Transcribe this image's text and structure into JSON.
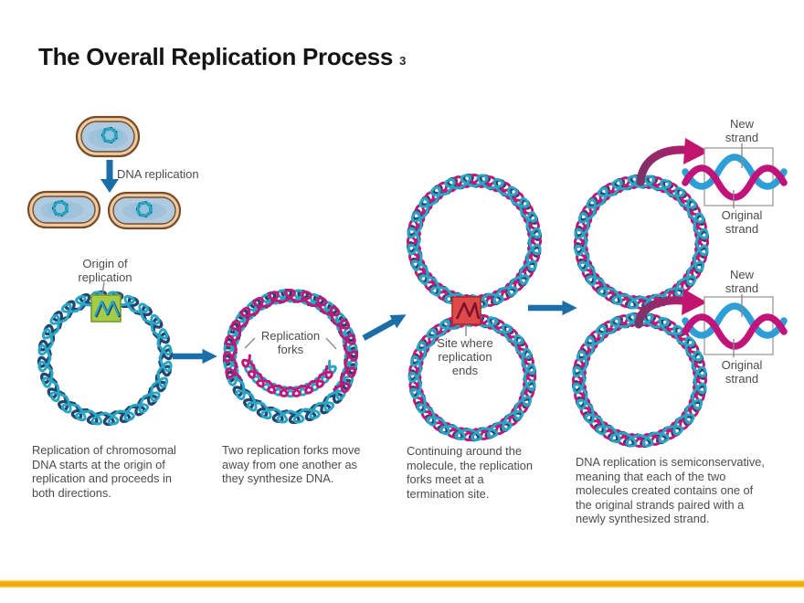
{
  "slide": {
    "title": "The Overall Replication Process",
    "number": "3"
  },
  "colors": {
    "accent_bar_gold": "#F0A800",
    "dna_teal": "#2AA6C5",
    "dna_navy": "#23456F",
    "dna_magenta": "#C01878",
    "arrow_blue": "#1C6EA8",
    "origin_box_green": "#A6CC45",
    "termination_box_red": "#DE4A47",
    "helix_blue": "#2E9FD6",
    "label_gray": "#4B4B4B",
    "bacteria_wall_brown": "#7B4B26",
    "bacteria_wall_tan": "#EACBA4",
    "bacteria_cytoplasm_blue": "#AFCBE2"
  },
  "diagram": {
    "labels": {
      "dna_replication": "DNA replication",
      "origin": {
        "lines": [
          "Origin of",
          "replication"
        ]
      },
      "forks": {
        "lines": [
          "Replication",
          "forks"
        ]
      },
      "termination": {
        "lines": [
          "Site where",
          "replication",
          "ends"
        ]
      },
      "new_strand_1": {
        "lines": [
          "New",
          "strand"
        ]
      },
      "original_strand_1": {
        "lines": [
          "Original",
          "strand"
        ]
      },
      "new_strand_2": {
        "lines": [
          "New",
          "strand"
        ]
      },
      "original_strand_2": {
        "lines": [
          "Original",
          "strand"
        ]
      }
    },
    "captions": [
      {
        "lines": [
          "Replication of chromosomal",
          "DNA starts at the origin of",
          "replication and proceeds in",
          "both directions."
        ]
      },
      {
        "lines": [
          "Two replication forks move",
          "away from one another as",
          "they synthesize DNA."
        ]
      },
      {
        "lines": [
          "Continuing around the",
          "molecule, the replication",
          "forks meet at a",
          "termination site."
        ]
      },
      {
        "lines": [
          "DNA replication is semiconservative,",
          "meaning that each of the two",
          "molecules created contains one of",
          "the original strands paired with a",
          "newly synthesized strand."
        ]
      }
    ]
  }
}
